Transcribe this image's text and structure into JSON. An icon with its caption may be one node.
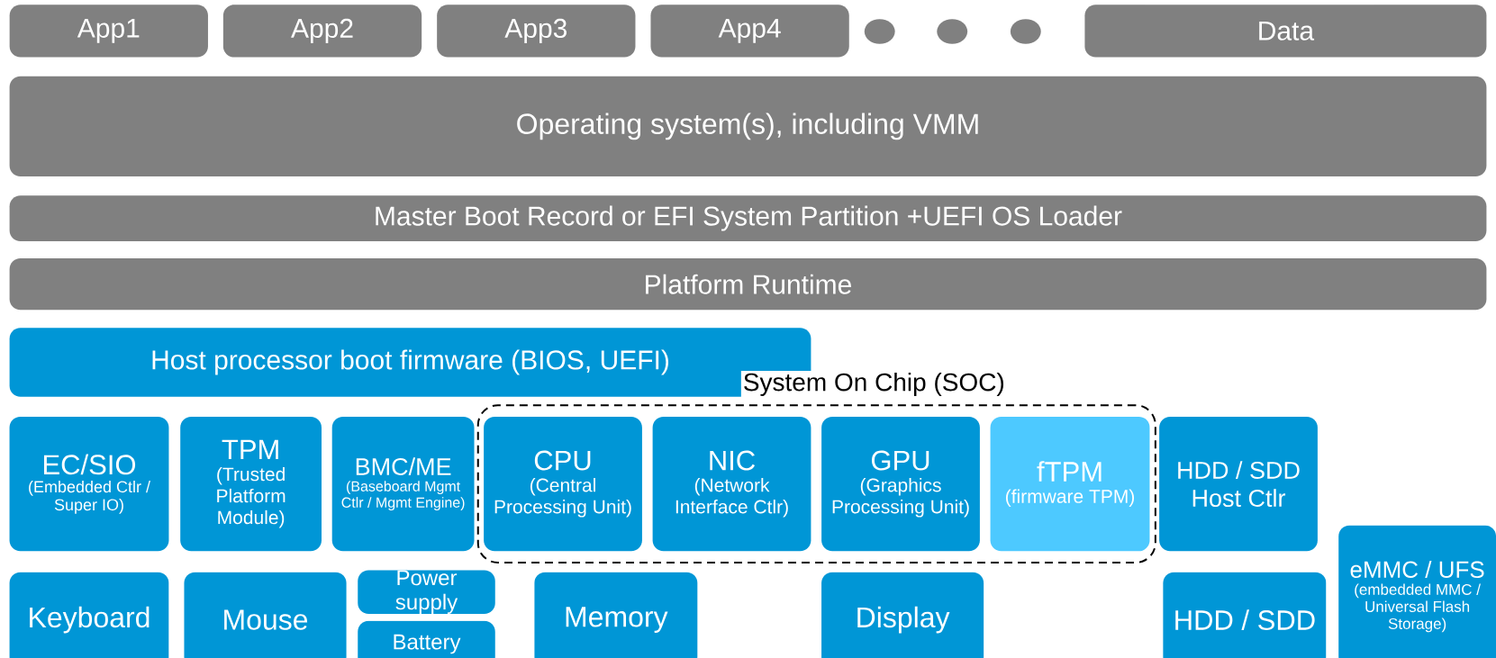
{
  "diagram": {
    "nodes": [
      {
        "text": [
          "App1"
        ]
      },
      {
        "text": [
          "App2"
        ]
      },
      {
        "text": [
          "App3"
        ]
      },
      {
        "text": [
          "App4"
        ]
      },
      {
        "text": [],
        "shape": "circle"
      },
      {
        "text": [],
        "shape": "circle"
      },
      {
        "text": [],
        "shape": "circle"
      },
      {
        "text": [
          "Data"
        ]
      },
      {
        "text": [
          "Operating system(s), including VMM"
        ]
      },
      {
        "text": [
          "Master Boot Record or EFI System Partition +UEFI OS Loader"
        ]
      },
      {
        "text": [
          "Platform Runtime"
        ]
      },
      {
        "text": [
          "Host processor boot firmware (BIOS, UEFI)"
        ]
      },
      {
        "text": [
          "EC/SIO",
          "(Embedded Ctlr / Super IO)"
        ]
      },
      {
        "text": [
          "TPM",
          "(Trusted Platform Module)"
        ]
      },
      {
        "text": [
          "BMC/ME",
          "(Baseboard Mgmt Ctlr / Mgmt Engine)"
        ]
      },
      {
        "text": [
          "System On Chip (SOC)"
        ]
      },
      {
        "text": [
          "CPU",
          "(Central Processing Unit)"
        ],
        "in": 15
      },
      {
        "text": [
          "NIC",
          "(Network Interface Ctlr)"
        ],
        "in": 15
      },
      {
        "text": [
          "GPU",
          "(Graphics Processing Unit)"
        ],
        "in": 15
      },
      {
        "text": [
          "fTPM",
          "(firmware TPM)"
        ],
        "in": 15
      },
      {
        "text": [
          "HDD / SDD Host Ctlr"
        ]
      },
      {
        "text": [
          "Keyboard"
        ]
      },
      {
        "text": [
          "Mouse"
        ]
      },
      {
        "text": [
          "Power supply"
        ]
      },
      {
        "text": [
          "Battery"
        ]
      },
      {
        "text": [
          "Memory"
        ]
      },
      {
        "text": [
          "Display"
        ]
      },
      {
        "text": [
          "HDD / SDD"
        ]
      },
      {
        "text": [
          "eMMC / UFS",
          "(embedded MMC / Universal Flash Storage)"
        ]
      }
    ]
  }
}
